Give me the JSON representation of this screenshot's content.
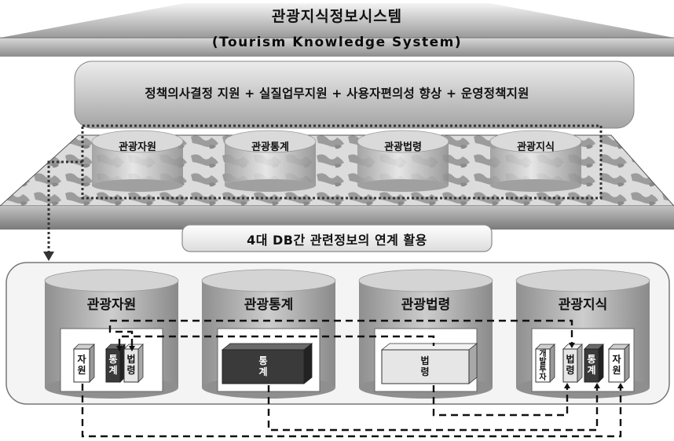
{
  "header": {
    "title_ko": "관광지식정보시스템",
    "title_en": "(Tourism Knowledge System)",
    "goals": "정책의사결정 지원 + 실질업무지원 + 사용자편의성 향상 + 운영정책지원"
  },
  "top_databases": [
    "관광자원",
    "관광통계",
    "관광법령",
    "관광지식"
  ],
  "link_label": "4대 DB간 관련정보의 연계 활용",
  "databases": [
    {
      "title": "관광자원",
      "blocks": [
        "자원",
        "통계",
        "법령"
      ]
    },
    {
      "title": "관광통계",
      "blocks": [
        "통계"
      ]
    },
    {
      "title": "관광법령",
      "blocks": [
        "법령"
      ]
    },
    {
      "title": "관광지식",
      "blocks": [
        "개발투자",
        "법령",
        "통계",
        "자원"
      ]
    }
  ],
  "colors": {
    "dark_block": "#3a3a3a",
    "light_block": "#e6e6e6",
    "white_block": "#ffffff",
    "cylinder": "#b5b5b5",
    "dashed_line": "#111111"
  }
}
